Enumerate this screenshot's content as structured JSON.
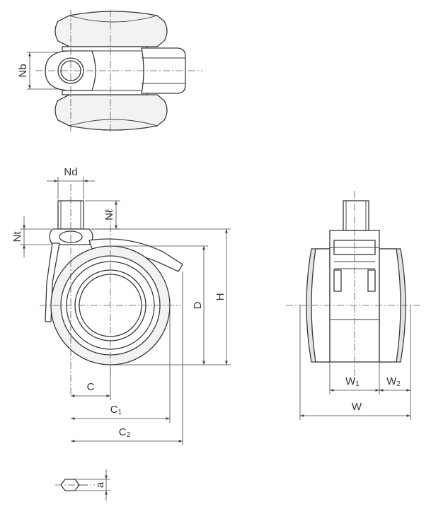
{
  "labels": {
    "nb": "Nb",
    "nd": "Nd",
    "nl": "Nℓ",
    "nt": "Nt",
    "d": "D",
    "h": "H",
    "c": "C",
    "c1_main": "C",
    "c1_sub": "1",
    "c2_main": "C",
    "c2_sub": "2",
    "w": "W",
    "w1_main": "W",
    "w1_sub": "1",
    "w2_main": "W",
    "w2_sub": "2",
    "a": "a"
  }
}
